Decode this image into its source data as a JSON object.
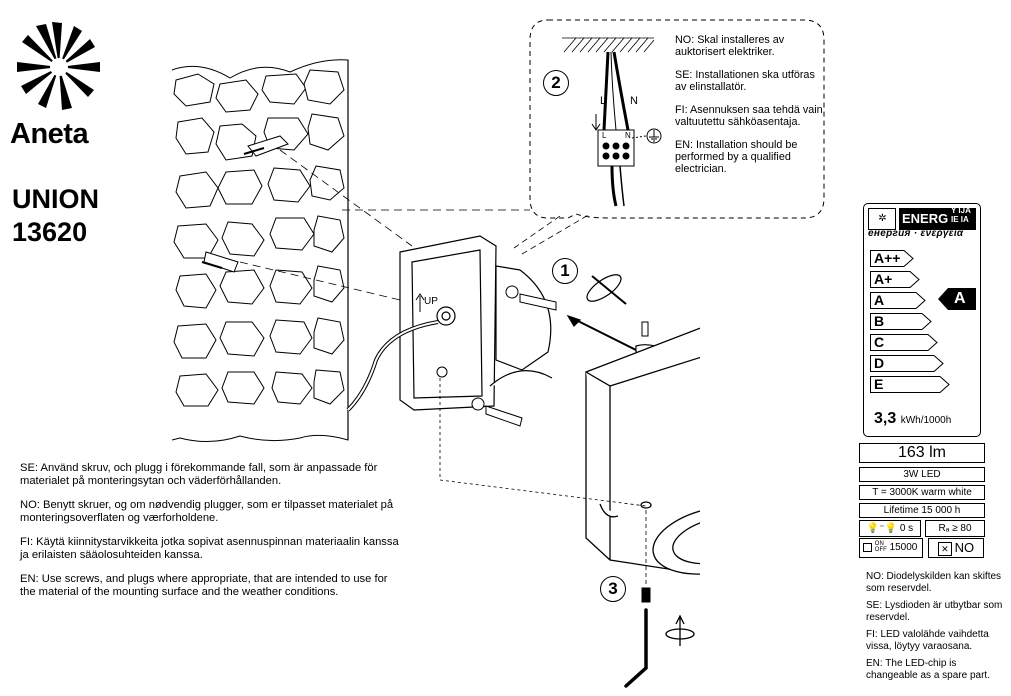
{
  "brand": {
    "name": "Aneta",
    "model_name": "UNION",
    "model_number": "13620"
  },
  "mounting_instructions": [
    "SE: Använd skruv, och plugg i förekommande fall, som är anpassade för materialet på monteringsytan och väderförhållanden.",
    "NO: Benytt skruer, og om nødvendig plugger, som er tilpasset materialet på monteringsoverflaten og værforholdene.",
    "FI: Käytä kiinnitystarvikkeita jotka sopivat asennuspinnan materiaalin kanssa ja erilaisten sääolosuhteiden kanssa.",
    "EN: Use screws, and plugs where appropriate, that are intended to use for the material of the mounting surface and the weather conditions."
  ],
  "installation_notes": [
    "NO: Skal installeres av auktorisert elektriker.",
    "SE: Installationen ska utföras av elinstallatör.",
    "FI:  Asennuksen saa tehdä vain valtuutettu sähköasentaja.",
    "EN: Installation should be performed by a qualified electrician."
  ],
  "steps": {
    "step1": "1",
    "step2": "2",
    "step3": "3"
  },
  "diagram_labels": {
    "up": "UP",
    "live": "L",
    "neutral": "N"
  },
  "energy_label": {
    "title": "ENERG",
    "title_suffix_top": "Y IJA",
    "title_suffix_bottom": "IE IA",
    "subtitle": "енергия · ενέργεια",
    "classes": [
      "A++",
      "A+",
      "A",
      "B",
      "C",
      "D",
      "E"
    ],
    "rating": "A",
    "consumption_value": "3,3",
    "consumption_unit": "kWh/1000h"
  },
  "specs": {
    "lumen": "163 lm",
    "power": "3W  LED",
    "color_temp": "T = 3000K warm white",
    "lifetime": "Lifetime  15 000 h",
    "warmup": "0 s",
    "cri": "Rₐ ≥ 80",
    "switch_cycles": "15000",
    "on_label": "ON",
    "off_label": "OFF",
    "dimmable": "NO"
  },
  "spare_part_notes": [
    "NO: Diodelyskilden kan skiftes som reservdel.",
    "SE: Lysdioden är utbytbar som reservdel.",
    "FI: LED valolähde vaihdetta vissa, löytyy varaosana.",
    "EN: The LED-chip is changeable as a spare part."
  ],
  "colors": {
    "ink": "#000000",
    "paper": "#ffffff",
    "stone_fill": "#f4f4f4"
  }
}
